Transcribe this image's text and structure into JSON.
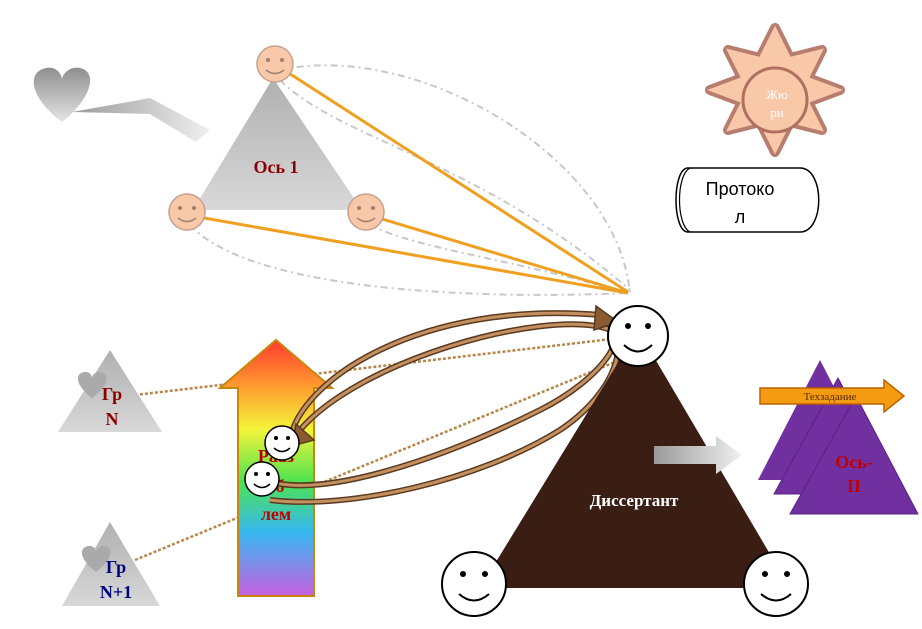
{
  "axis1": {
    "label": "Ось 1"
  },
  "jury": {
    "label_line1": "Жю",
    "label_line2": "ри"
  },
  "protocol": {
    "label_line1": "Протоко",
    "label_line2": "л"
  },
  "group_n": {
    "label_line1": "Гр",
    "label_line2": "N"
  },
  "group_n1": {
    "label_line1": "Гр",
    "label_line2": "N+1"
  },
  "problem": {
    "label_line1": "Рааз",
    "label_line2": "б",
    "label_line3": "лем"
  },
  "dissertant": {
    "label": "Диссертант"
  },
  "spec": {
    "label": "Техзадание"
  },
  "axis2": {
    "label_line1": "Ось-",
    "label_line2": "II"
  },
  "colors": {
    "gray_triangle": "#bdbdbd",
    "dark_triangle": "#3a1e14",
    "purple": "#7030a0",
    "orange_line": "#f0a020",
    "label_red": "#8b0000",
    "spec_arrow": "#f39c12",
    "face_fill": "#f8c8a8"
  }
}
